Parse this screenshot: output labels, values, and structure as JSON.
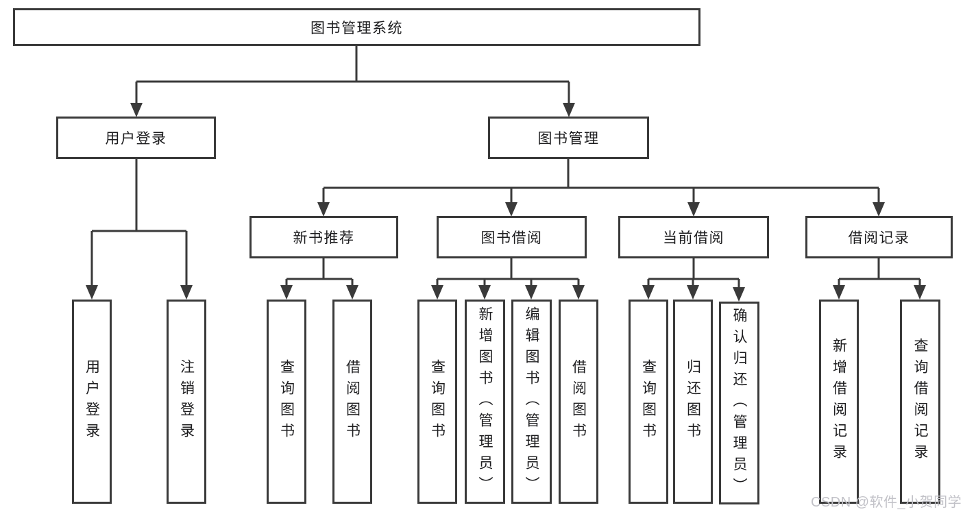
{
  "diagram": {
    "root": {
      "label": "图书管理系统"
    },
    "modules": {
      "user_login": {
        "label": "用户登录"
      },
      "book_mgmt": {
        "label": "图书管理"
      }
    },
    "submodules": {
      "new_book_rec": {
        "label": "新书推荐"
      },
      "book_borrow": {
        "label": "图书借阅"
      },
      "current_borrow": {
        "label": "当前借阅"
      },
      "borrow_records": {
        "label": "借阅记录"
      }
    },
    "leaves": {
      "user_login_action": {
        "label": "用户登录"
      },
      "logout_action": {
        "label": "注销登录"
      },
      "rec_search_books": {
        "label": "查询图书"
      },
      "rec_borrow_books": {
        "label": "借阅图书"
      },
      "bb_search_books": {
        "label": "查询图书"
      },
      "bb_add_books": {
        "label": "新增图书（管理员）"
      },
      "bb_edit_books": {
        "label": "编辑图书（管理员）"
      },
      "bb_borrow_books": {
        "label": "借阅图书"
      },
      "cb_search_books": {
        "label": "查询图书"
      },
      "cb_return_books": {
        "label": "归还图书"
      },
      "cb_confirm_return": {
        "label": "确认归还（管理员）"
      },
      "br_add_record": {
        "label": "新增借阅记录"
      },
      "br_search_record": {
        "label": "查询借阅记录"
      }
    },
    "hierarchy": {
      "图书管理系统": [
        "用户登录",
        "图书管理"
      ],
      "用户登录": [
        "用户登录",
        "注销登录"
      ],
      "图书管理": [
        "新书推荐",
        "图书借阅",
        "当前借阅",
        "借阅记录"
      ],
      "新书推荐": [
        "查询图书",
        "借阅图书"
      ],
      "图书借阅": [
        "查询图书",
        "新增图书（管理员）",
        "编辑图书（管理员）",
        "借阅图书"
      ],
      "当前借阅": [
        "查询图书",
        "归还图书",
        "确认归还（管理员）"
      ],
      "借阅记录": [
        "新增借阅记录",
        "查询借阅记录"
      ]
    }
  },
  "watermark": {
    "text": "CSDN @软件_小贺同学"
  },
  "colors": {
    "line": "#3a3a3a",
    "text": "#1d1d1f",
    "watermark": "#c2c2c8",
    "background": "#ffffff"
  }
}
